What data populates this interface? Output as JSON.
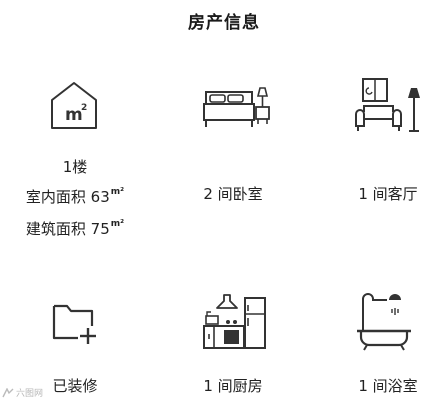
{
  "title": "房产信息",
  "cells": [
    {
      "icon": "area-house-icon",
      "icon_text": "m²",
      "lines": [
        "1楼",
        "室内面积 63",
        "建筑面积 75"
      ],
      "sup": "m²"
    },
    {
      "icon": "bed-icon",
      "label": "2 间卧室"
    },
    {
      "icon": "sofa-lamp-icon",
      "label": "1 间客厅"
    },
    {
      "icon": "folder-plus-icon",
      "label": "已装修"
    },
    {
      "icon": "kitchen-icon",
      "label": "1 间厨房"
    },
    {
      "icon": "bathtub-shower-icon",
      "label": "1 间浴室"
    }
  ],
  "watermark": "六图网"
}
